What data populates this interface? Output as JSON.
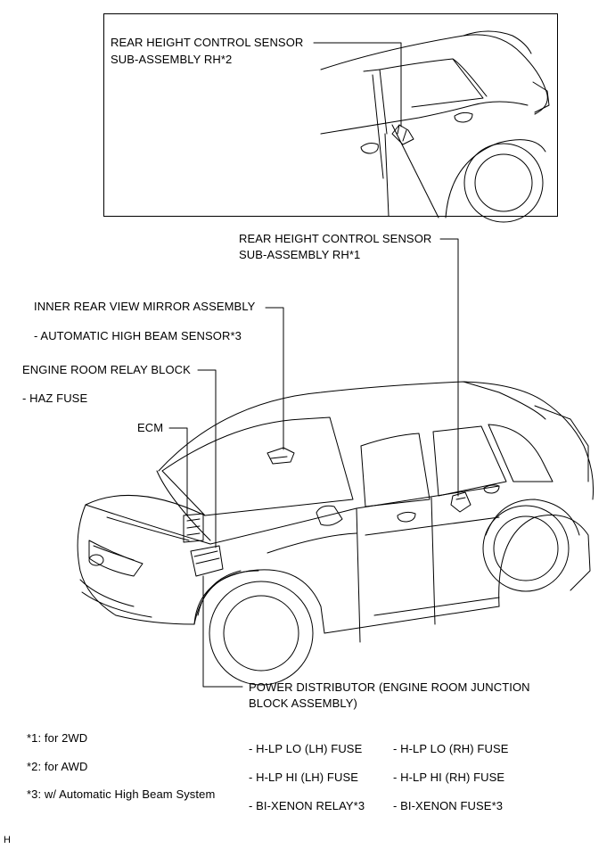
{
  "labels": {
    "inset_sensor_line1": "REAR HEIGHT CONTROL SENSOR",
    "inset_sensor_line2": "SUB-ASSEMBLY RH*2",
    "rear_sensor_line1": "REAR HEIGHT CONTROL SENSOR",
    "rear_sensor_line2": "SUB-ASSEMBLY RH*1",
    "mirror": "INNER REAR VIEW MIRROR ASSEMBLY",
    "mirror_sub": "- AUTOMATIC HIGH BEAM SENSOR*3",
    "relay_block": "ENGINE ROOM RELAY BLOCK",
    "relay_sub": "- HAZ FUSE",
    "ecm": "ECM",
    "distributor_line1": "POWER DISTRIBUTOR (ENGINE ROOM JUNCTION",
    "distributor_line2": "BLOCK ASSEMBLY)"
  },
  "footnotes": [
    "*1: for 2WD",
    "*2: for AWD",
    "*3: w/ Automatic High Beam System"
  ],
  "fuses": [
    "- H-LP LO (LH) FUSE",
    "- H-LP LO (RH) FUSE",
    "- H-LP HI (LH) FUSE",
    "- H-LP HI (RH) FUSE",
    "- BI-XENON RELAY*3",
    "- BI-XENON FUSE*3"
  ],
  "corner_mark": "H"
}
